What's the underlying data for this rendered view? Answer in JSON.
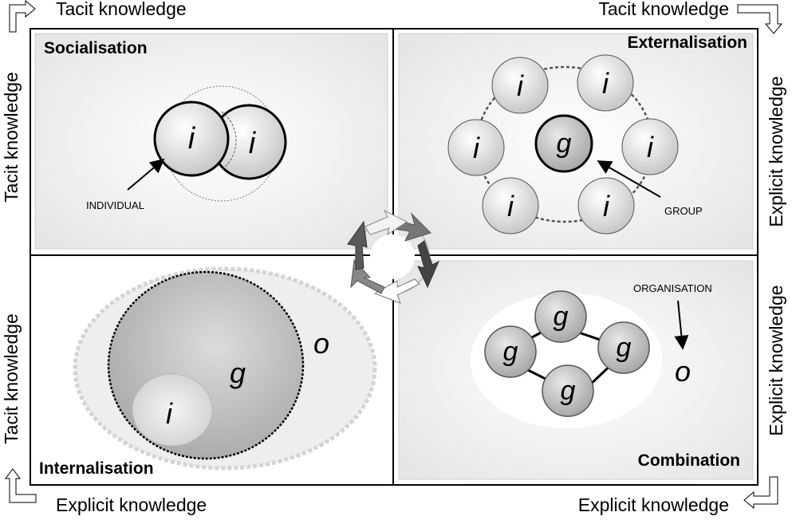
{
  "edges": {
    "top_left": "Tacit knowledge",
    "top_right": "Tacit knowledge",
    "bottom_left": "Explicit knowledge",
    "bottom_right": "Explicit knowledge",
    "left_upper": "Tacit knowledge",
    "left_lower": "Tacit knowledge",
    "right_upper": "Explicit knowledge",
    "right_lower": "Explicit knowledge"
  },
  "quadrants": {
    "socialisation": {
      "title": "Socialisation",
      "label": "INDIVIDUAL",
      "sym": "i"
    },
    "externalisation": {
      "title": "Externalisation",
      "label": "GROUP",
      "sym_i": "i",
      "sym_g": "g"
    },
    "internalisation": {
      "title": "Internalisation",
      "sym_i": "i",
      "sym_g": "g",
      "sym_o": "o"
    },
    "combination": {
      "title": "Combination",
      "label": "ORGANISATION",
      "sym_g": "g",
      "sym_o": "o"
    }
  },
  "colors": {
    "border": "#000000",
    "panel": "#eeeeee",
    "node": "#d0d0d0"
  }
}
